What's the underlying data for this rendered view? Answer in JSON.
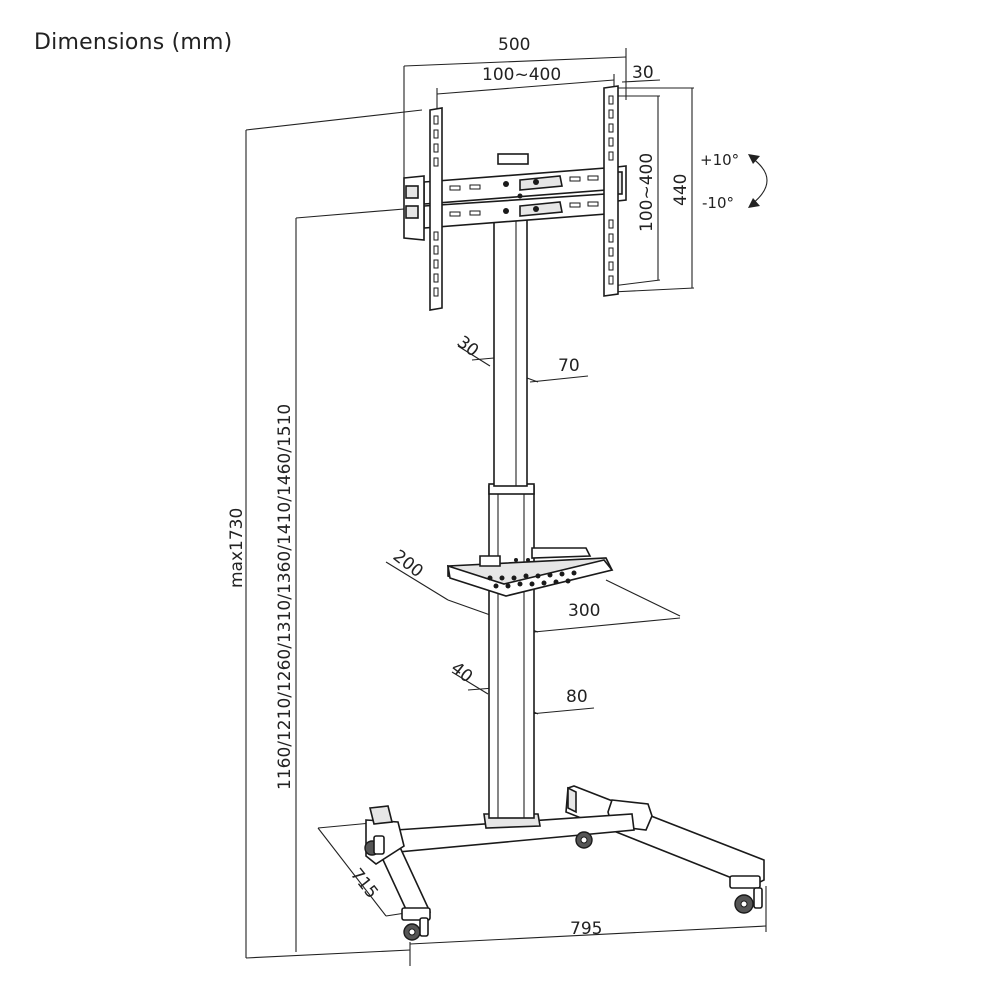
{
  "title": "Dimensions (mm)",
  "labels": {
    "width_total": "500",
    "vesa_horizontal": "100~400",
    "bracket_depth": "30",
    "vesa_vertical": "100~400",
    "bracket_height": "440",
    "tilt_up": "+10°",
    "tilt_down": "-10°",
    "upper_pole_depth": "30",
    "upper_pole_width": "70",
    "shelf_depth": "200",
    "shelf_width": "300",
    "lower_pole_depth": "40",
    "lower_pole_width": "80",
    "max_height": "max1730",
    "height_positions": "1160/1210/1260/1310/1360/1410/1460/1510",
    "base_depth": "715",
    "base_width": "795"
  }
}
